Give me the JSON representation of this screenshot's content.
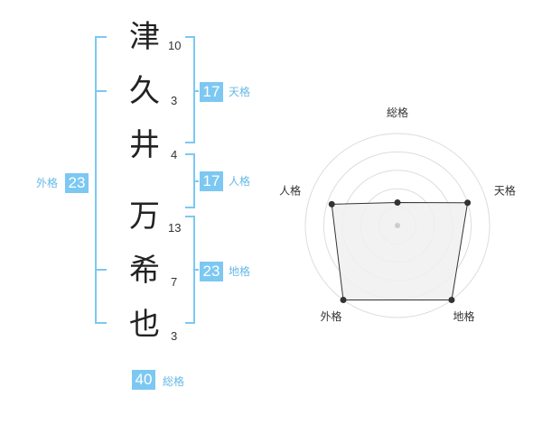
{
  "name": {
    "chars": [
      {
        "char": "津",
        "strokes": "10"
      },
      {
        "char": "久",
        "strokes": "3"
      },
      {
        "char": "井",
        "strokes": "4"
      },
      {
        "char": "万",
        "strokes": "13"
      },
      {
        "char": "希",
        "strokes": "7"
      },
      {
        "char": "也",
        "strokes": "3"
      }
    ]
  },
  "kakusu": {
    "tenkaku": {
      "value": "17",
      "label": "天格"
    },
    "jinkaku": {
      "value": "17",
      "label": "人格"
    },
    "chikaku": {
      "value": "23",
      "label": "地格"
    },
    "gaikaku": {
      "value": "23",
      "label": "外格"
    },
    "soukaku": {
      "value": "40",
      "label": "総格"
    }
  },
  "radar": {
    "axes": [
      "総格",
      "天格",
      "地格",
      "外格",
      "人格"
    ],
    "values": [
      0.25,
      0.8,
      1.0,
      1.0,
      0.75
    ],
    "levels": 5
  },
  "colors": {
    "accent": "#7cc8f2",
    "accent_text": "#67b9e6",
    "radar_fill": "#f0f0f0",
    "radar_line": "#333333",
    "grid": "#dddddd"
  }
}
